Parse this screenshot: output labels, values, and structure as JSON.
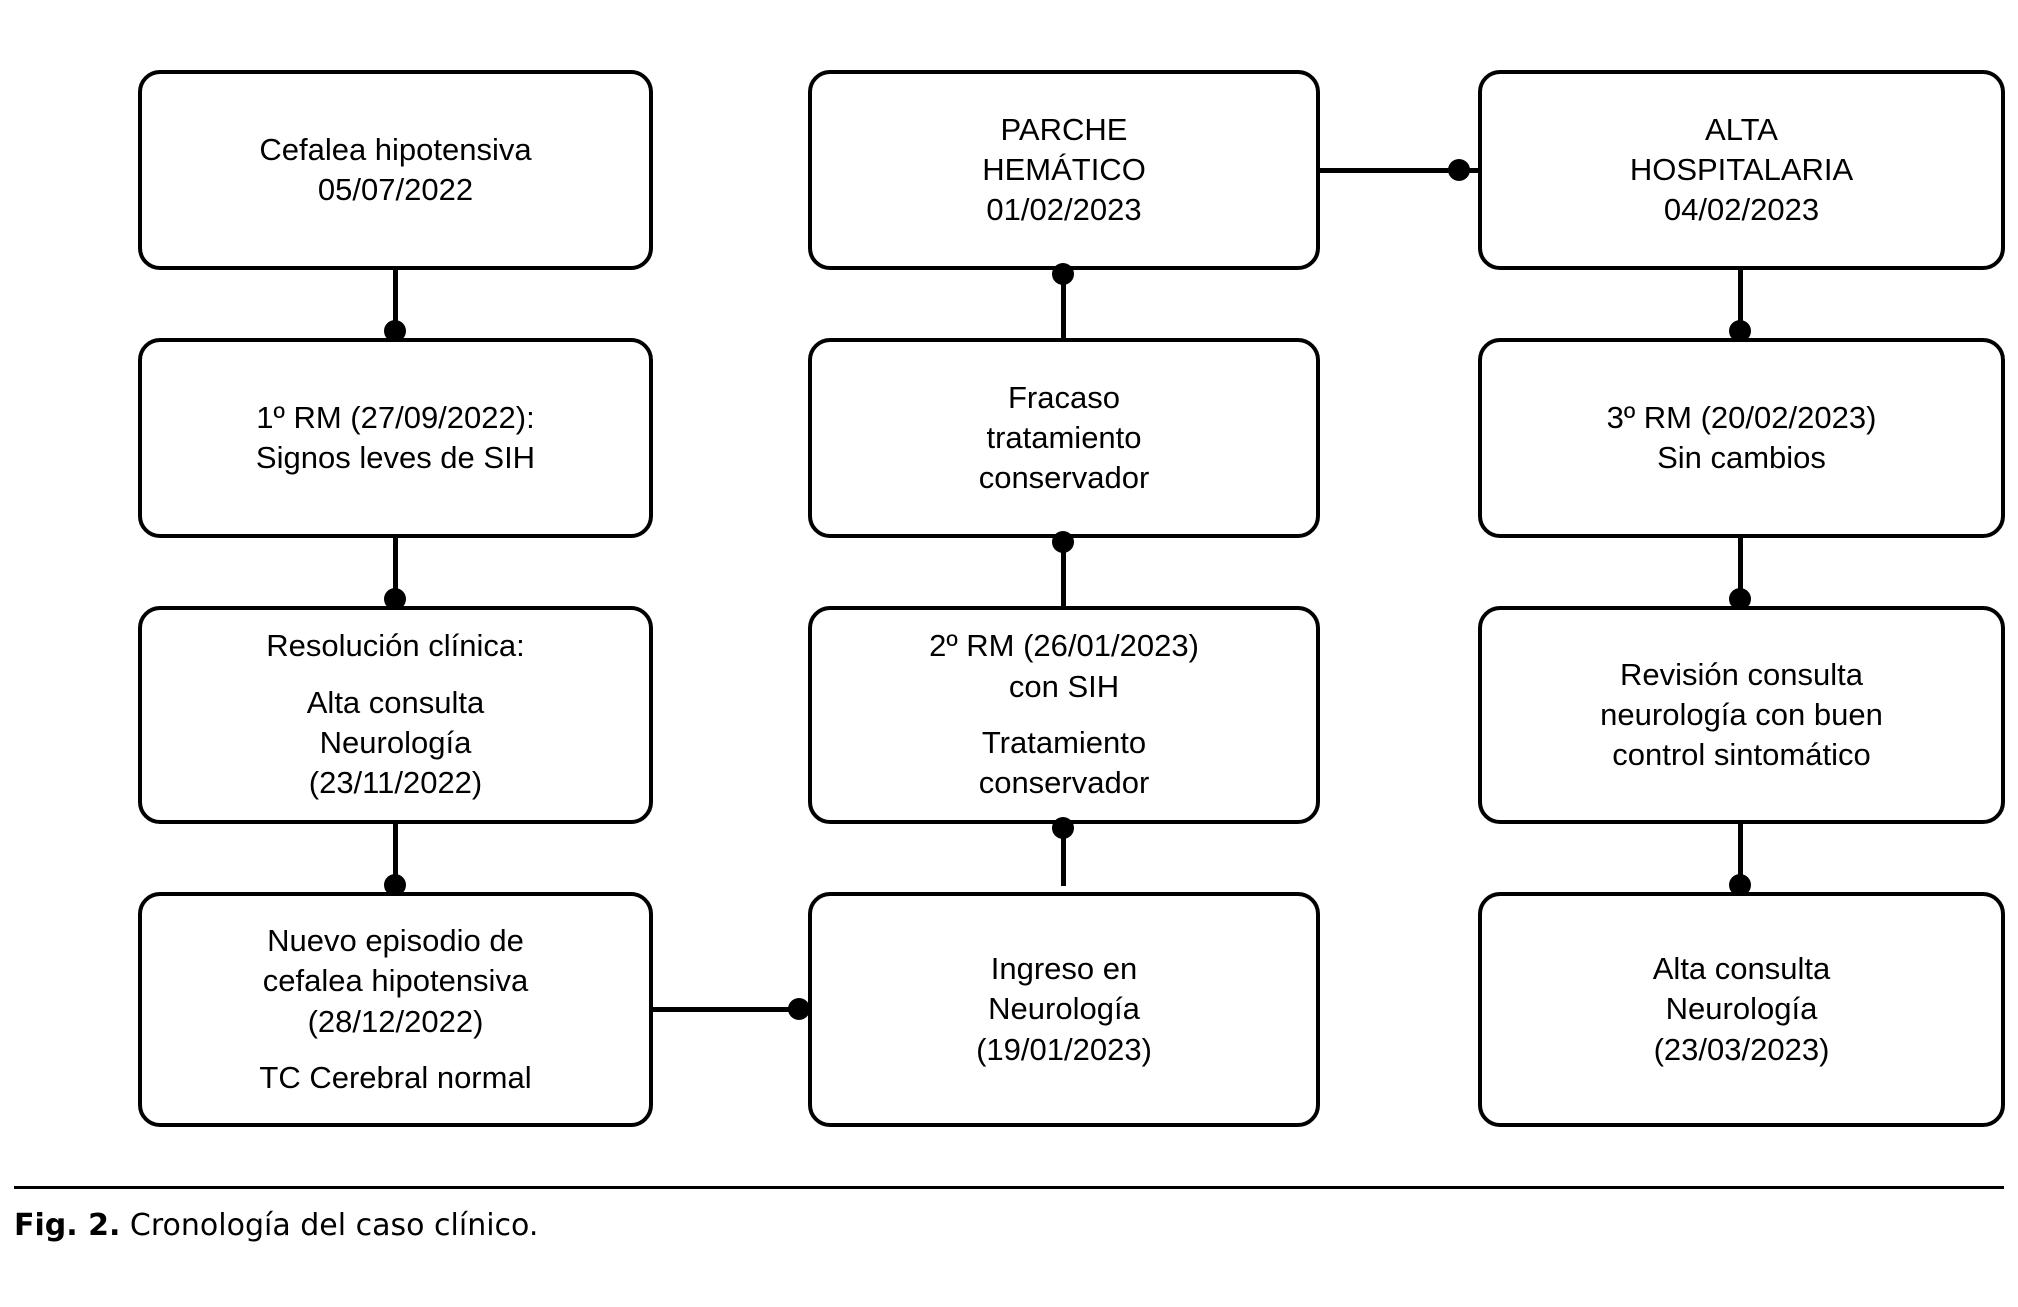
{
  "figure": {
    "caption_label": "Fig. 2.",
    "caption_text": "Cronología del caso clínico.",
    "line_color": "#000000",
    "box_fill": "#ffffff"
  },
  "columns": [
    {
      "id": "column-1",
      "nodes": [
        {
          "id": "node-cefalea-hipotensiva",
          "lines": [
            "Cefalea hipotensiva",
            "05/07/2022"
          ]
        },
        {
          "id": "node-1-rm",
          "lines": [
            "1º RM (27/09/2022):",
            "Signos leves de SIH"
          ]
        },
        {
          "id": "node-resolucion-clinica",
          "lines": [
            "Resolución clínica:",
            "",
            "Alta consulta",
            "Neurología",
            "(23/11/2022)"
          ]
        },
        {
          "id": "node-nuevo-episodio",
          "lines": [
            "Nuevo episodio de",
            "cefalea hipotensiva",
            "(28/12/2022)",
            "",
            "TC Cerebral normal"
          ]
        }
      ]
    },
    {
      "id": "column-2",
      "nodes": [
        {
          "id": "node-parche-hematico",
          "lines": [
            "PARCHE",
            "HEMÁTICO",
            "01/02/2023"
          ]
        },
        {
          "id": "node-fracaso-tratamiento",
          "lines": [
            "Fracaso",
            "tratamiento",
            "conservador"
          ]
        },
        {
          "id": "node-2-rm",
          "lines": [
            "2º RM (26/01/2023)",
            "con SIH",
            "",
            "Tratamiento",
            "conservador"
          ]
        },
        {
          "id": "node-ingreso-neurologia",
          "lines": [
            "Ingreso en",
            "Neurología",
            "(19/01/2023)"
          ]
        }
      ]
    },
    {
      "id": "column-3",
      "nodes": [
        {
          "id": "node-alta-hospitalaria",
          "lines": [
            "ALTA",
            "HOSPITALARIA",
            "04/02/2023"
          ]
        },
        {
          "id": "node-3-rm",
          "lines": [
            "3º RM (20/02/2023)",
            "Sin cambios"
          ]
        },
        {
          "id": "node-revision-consulta",
          "lines": [
            "Revisión consulta",
            "neurología con buen",
            "control sintomático"
          ]
        },
        {
          "id": "node-alta-consulta",
          "lines": [
            "Alta consulta",
            "Neurología",
            "(23/03/2023)"
          ]
        }
      ]
    }
  ],
  "connectors": [
    {
      "id": "conn-cefalea-to-1rm",
      "type": "vertical",
      "from": "node-cefalea-hipotensiva",
      "to": "node-1-rm"
    },
    {
      "id": "conn-1rm-to-resolucion",
      "type": "vertical",
      "from": "node-1-rm",
      "to": "node-resolucion-clinica"
    },
    {
      "id": "conn-resolucion-to-nuevo",
      "type": "vertical",
      "from": "node-resolucion-clinica",
      "to": "node-nuevo-episodio"
    },
    {
      "id": "conn-nuevo-to-ingreso",
      "type": "horizontal",
      "from": "node-nuevo-episodio",
      "to": "node-ingreso-neurologia"
    },
    {
      "id": "conn-ingreso-to-2rm",
      "type": "vertical",
      "from": "node-ingreso-neurologia",
      "to": "node-2-rm"
    },
    {
      "id": "conn-2rm-to-fracaso",
      "type": "vertical",
      "from": "node-2-rm",
      "to": "node-fracaso-tratamiento"
    },
    {
      "id": "conn-fracaso-to-parche",
      "type": "vertical",
      "from": "node-fracaso-tratamiento",
      "to": "node-parche-hematico"
    },
    {
      "id": "conn-parche-to-alta-hospitalaria",
      "type": "horizontal",
      "from": "node-parche-hematico",
      "to": "node-alta-hospitalaria"
    },
    {
      "id": "conn-alta-hosp-to-3rm",
      "type": "vertical",
      "from": "node-alta-hospitalaria",
      "to": "node-3-rm"
    },
    {
      "id": "conn-3rm-to-revision",
      "type": "vertical",
      "from": "node-3-rm",
      "to": "node-revision-consulta"
    },
    {
      "id": "conn-revision-to-alta-consulta",
      "type": "vertical",
      "from": "node-revision-consulta",
      "to": "node-alta-consulta"
    }
  ]
}
